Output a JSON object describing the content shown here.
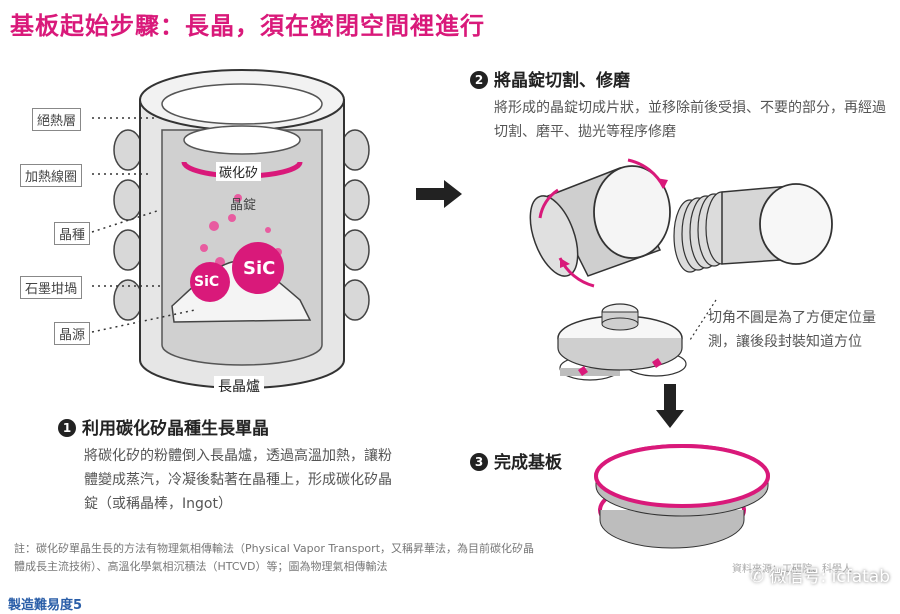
{
  "title": "基板起始步驟：長晶，須在密閉空間裡進行",
  "furnace_labels": {
    "insulation": "絕熱層",
    "heating_coil": "加熱線圈",
    "seed": "晶種",
    "graphite_crucible": "石墨坩堝",
    "source": "晶源"
  },
  "inner_labels": {
    "sic_top": "碳化矽",
    "ingot": "晶錠",
    "furnace": "長晶爐",
    "sic_symbol_1": "SiC",
    "sic_symbol_2": "SiC"
  },
  "step1": {
    "num": "1",
    "title": "利用碳化矽晶種生長單晶",
    "body": "將碳化矽的粉體倒入長晶爐，透過高溫加熱，讓粉體變成蒸汽，冷凝後黏著在晶種上，形成碳化矽晶錠（或稱晶棒，Ingot）"
  },
  "step2": {
    "num": "2",
    "title": "將晶錠切割、修磨",
    "body": "將形成的晶錠切成片狀，並移除前後受損、不要的部分，再經過切割、磨平、拋光等程序修磨"
  },
  "step3": {
    "num": "3",
    "title": "完成基板"
  },
  "wafer_note": "切角不圓是為了方便定位量測，讓後段封裝知道方位",
  "footnote": "註：碳化矽單晶生長的方法有物理氣相傳輸法（Physical Vapor Transport，又稱昇華法，為目前碳化矽晶體成長主流技術）、高溫化學氣相沉積法（HTCVD）等；圖為物理氣相傳輸法",
  "difficulty": "製造難易度5",
  "credit": "資料來源：工研院、科學人",
  "wechat": "微信号: icfatab",
  "colors": {
    "accent": "#d9197a",
    "dark": "#222222"
  },
  "icons": [
    "right-arrow-icon",
    "down-arrow-icon",
    "rotation-arrow-icon",
    "wechat-icon"
  ]
}
